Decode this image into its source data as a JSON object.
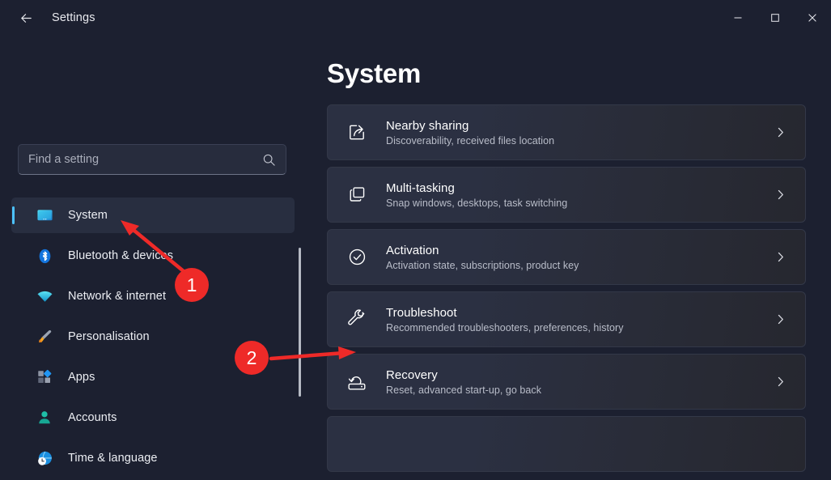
{
  "window": {
    "title": "Settings",
    "back_icon": "back-arrow-icon",
    "controls": {
      "minimize": "minimize-icon",
      "maximize": "maximize-icon",
      "close": "close-icon"
    }
  },
  "search": {
    "placeholder": "Find a setting",
    "value": "",
    "icon": "search-icon"
  },
  "sidebar": {
    "items": [
      {
        "label": "System",
        "icon": "monitor-icon",
        "selected": true
      },
      {
        "label": "Bluetooth & devices",
        "icon": "bluetooth-icon",
        "selected": false
      },
      {
        "label": "Network & internet",
        "icon": "wifi-icon",
        "selected": false
      },
      {
        "label": "Personalisation",
        "icon": "paintbrush-icon",
        "selected": false
      },
      {
        "label": "Apps",
        "icon": "apps-icon",
        "selected": false
      },
      {
        "label": "Accounts",
        "icon": "person-icon",
        "selected": false
      },
      {
        "label": "Time & language",
        "icon": "globe-clock-icon",
        "selected": false
      }
    ]
  },
  "main": {
    "title": "System",
    "cards": [
      {
        "title": "Nearby sharing",
        "subtitle": "Discoverability, received files location",
        "icon": "share-icon",
        "chevron": "chevron-right-icon"
      },
      {
        "title": "Multi-tasking",
        "subtitle": "Snap windows, desktops, task switching",
        "icon": "multitask-windows-icon",
        "chevron": "chevron-right-icon"
      },
      {
        "title": "Activation",
        "subtitle": "Activation state, subscriptions, product key",
        "icon": "check-circle-icon",
        "chevron": "chevron-right-icon"
      },
      {
        "title": "Troubleshoot",
        "subtitle": "Recommended troubleshooters, preferences, history",
        "icon": "wrench-icon",
        "chevron": "chevron-right-icon"
      },
      {
        "title": "Recovery",
        "subtitle": "Reset, advanced start-up, go back",
        "icon": "recovery-drive-icon",
        "chevron": "chevron-right-icon"
      },
      {
        "title": "",
        "subtitle": "",
        "icon": "",
        "chevron": ""
      }
    ]
  },
  "annotations": {
    "accent_color": "#ee2a28",
    "markers": [
      {
        "label": "1",
        "points_to": "sidebar-item-system"
      },
      {
        "label": "2",
        "points_to": "card-troubleshoot-icon"
      }
    ]
  },
  "colors": {
    "window_background": "#1c2030",
    "card_background": "#2b3042",
    "selection_accent": "#4cc2ff",
    "annotation_red": "#ee2a28"
  }
}
